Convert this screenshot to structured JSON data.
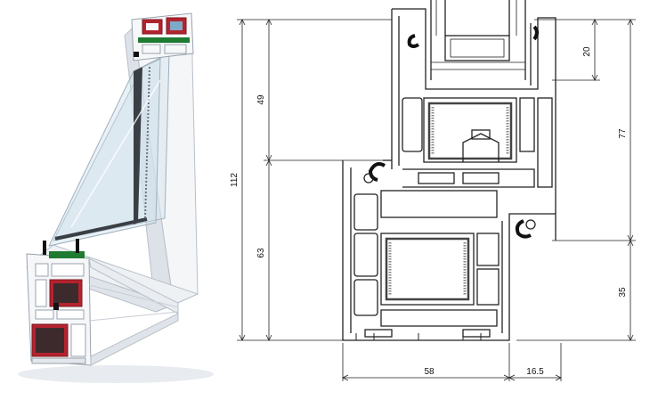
{
  "panels": {
    "left": {
      "description_icon": "pvc-window-profile-3d-cutaway"
    },
    "right": {
      "description_icon": "pvc-window-profile-technical-drawing"
    }
  },
  "dimensions": {
    "d49": "49",
    "d112": "112",
    "d63": "63",
    "d20": "20",
    "d77": "77",
    "d35": "35",
    "d58": "58",
    "d16_5": "16.5"
  },
  "colors": {
    "profile_white": "#f4f6f8",
    "profile_shadow": "#c9ced6",
    "glass": "#d9e6ee",
    "steel_red": "#b5232f",
    "seal_green": "#1f7a32",
    "gasket_black": "#111111",
    "line": "#222222"
  }
}
